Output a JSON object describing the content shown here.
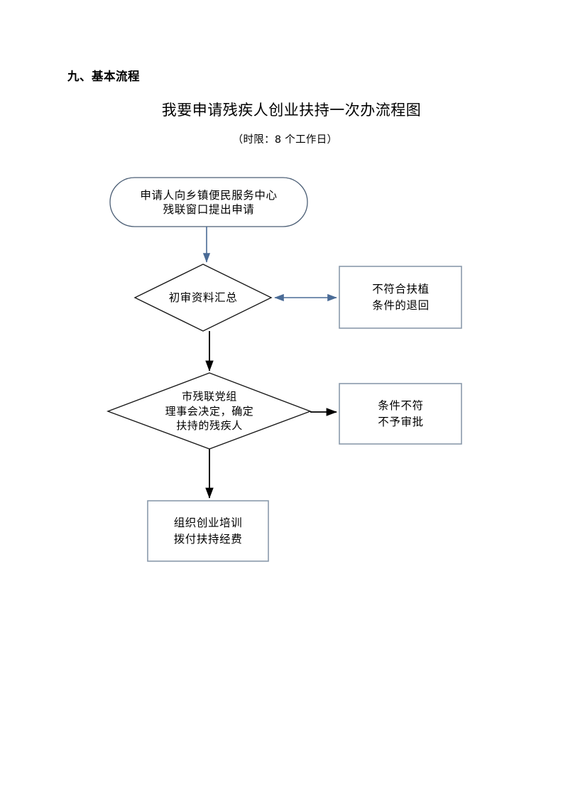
{
  "document": {
    "section_heading": "九、基本流程",
    "title": "我要申请残疾人创业扶持一次办流程图",
    "subtitle": "（时限：8 个工作日）"
  },
  "colors": {
    "blue_arrow": "#4a6b96",
    "black_arrow": "#000000",
    "box_border": "#8a9aab",
    "box_fill": "#ffffff",
    "shape_outline": "#1a1a1a",
    "text": "#000000"
  },
  "flowchart": {
    "type": "process-flow",
    "nodes": [
      {
        "id": "start",
        "shape": "terminator",
        "lines": [
          "申请人向乡镇便民服务中心",
          "残联窗口提出申请"
        ]
      },
      {
        "id": "decision1",
        "shape": "diamond",
        "lines": [
          "初审资料汇总"
        ]
      },
      {
        "id": "reject1",
        "shape": "rectangle",
        "lines": [
          "不符合扶植",
          "条件的退回"
        ]
      },
      {
        "id": "decision2",
        "shape": "diamond",
        "lines": [
          "市残联党组",
          "理事会决定，确定",
          "扶持的残疾人"
        ]
      },
      {
        "id": "reject2",
        "shape": "rectangle",
        "lines": [
          "条件不符",
          "不予审批"
        ]
      },
      {
        "id": "final",
        "shape": "rectangle",
        "lines": [
          "组织创业培训",
          "拨付扶持经费"
        ]
      }
    ],
    "edges": [
      {
        "from": "start",
        "to": "decision1",
        "style": "blue",
        "heads": "end"
      },
      {
        "from": "decision1",
        "to": "reject1",
        "style": "blue",
        "heads": "both"
      },
      {
        "from": "decision1",
        "to": "decision2",
        "style": "black",
        "heads": "end"
      },
      {
        "from": "decision2",
        "to": "reject2",
        "style": "black",
        "heads": "end"
      },
      {
        "from": "decision2",
        "to": "final",
        "style": "black",
        "heads": "end"
      }
    ]
  }
}
